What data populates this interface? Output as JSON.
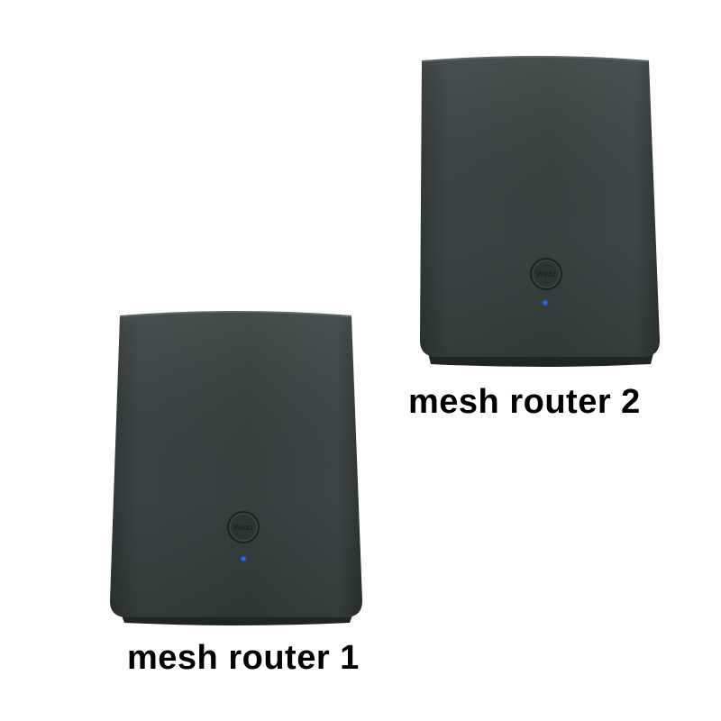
{
  "routers": [
    {
      "id": 1,
      "label": "mesh router 1",
      "logo_text": "Wezz",
      "status_led_color": "#1f6bff",
      "body_color": "#353d3d"
    },
    {
      "id": 2,
      "label": "mesh router 2",
      "logo_text": "Wezz",
      "status_led_color": "#1f6bff",
      "body_color": "#353d3d"
    }
  ],
  "colors": {
    "background": "#ffffff",
    "label_text": "#000000",
    "body_dark": "#2b3232",
    "body_mid": "#3a4242",
    "body_light": "#485151",
    "led_blue": "#1f6bff"
  }
}
